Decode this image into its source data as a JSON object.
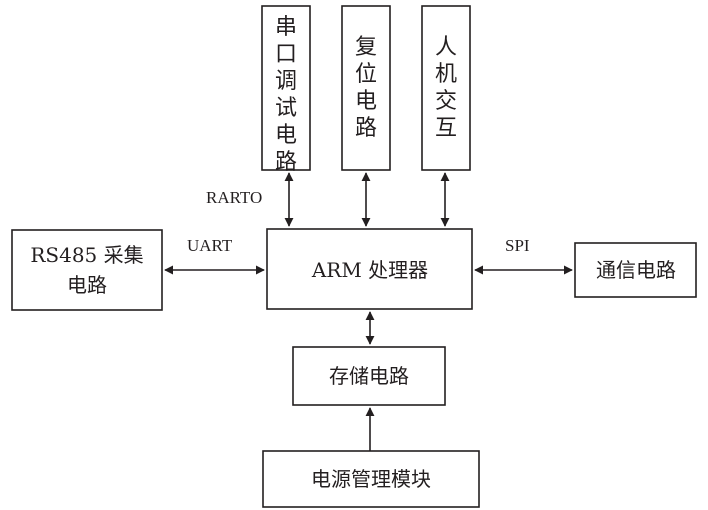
{
  "colors": {
    "stroke": "#231f20",
    "background": "#ffffff"
  },
  "nodes": {
    "serial_debug": "串口调试电路",
    "reset": "复位电路",
    "hmi": "人机交互",
    "rs485_line1": "RS485 采集",
    "rs485_line2": "电路",
    "arm": "ARM 处理器",
    "comm": "通信电路",
    "storage": "存储电路",
    "power": "电源管理模块"
  },
  "edges": {
    "rarto": "RARTO",
    "uart": "UART",
    "spi": "SPI"
  }
}
